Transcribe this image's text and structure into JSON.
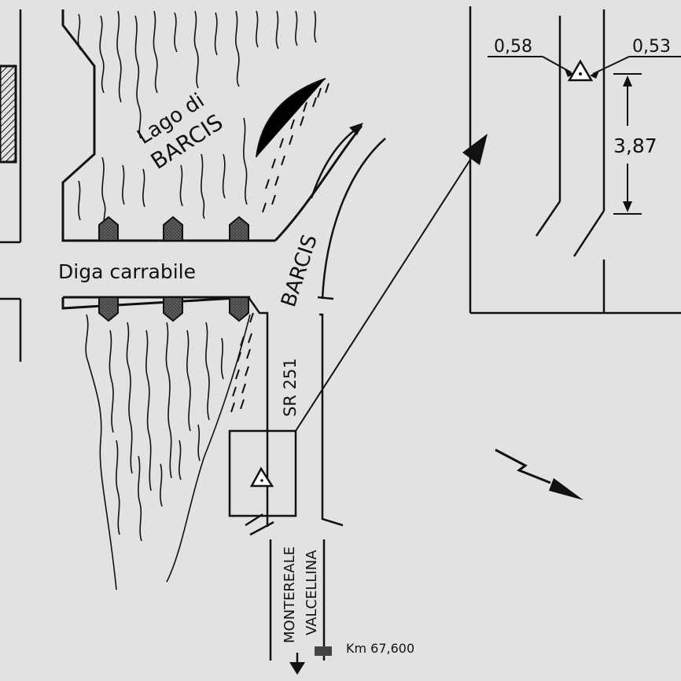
{
  "map": {
    "lake_line1": "Lago di",
    "lake_line2": "BARCIS",
    "dam_label": "Diga carrabile",
    "town_label": "BARCIS",
    "road_label": "SR 251",
    "dest_line1": "MONTEREALE",
    "dest_line2": "VALCELLINA",
    "km_label": "Km 67,600"
  },
  "detail": {
    "left_offset": "0,58",
    "right_offset": "0,53",
    "width": "3,87"
  },
  "colors": {
    "background": "#e2e2e2",
    "ink": "#111111"
  },
  "icons": {
    "benchmark": "triangle-benchmark-icon",
    "north": "north-arrow-icon"
  }
}
